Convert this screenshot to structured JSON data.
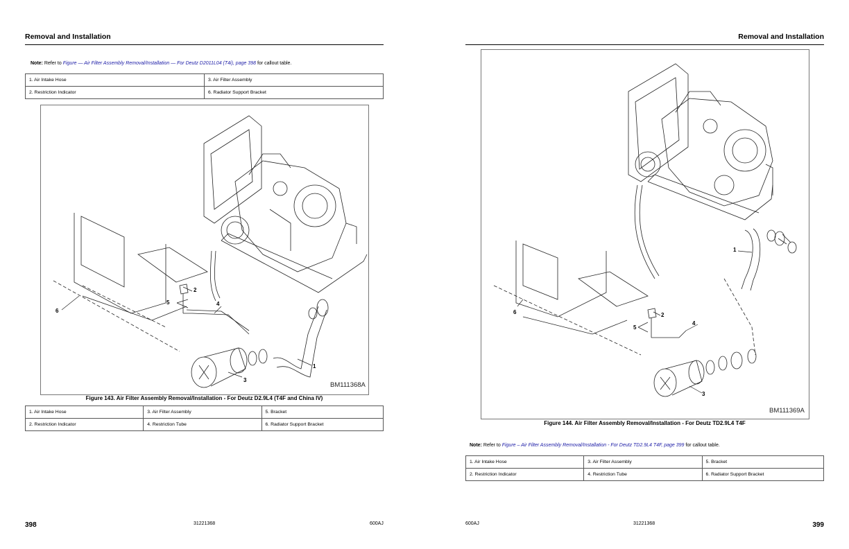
{
  "left_page": {
    "header": "Removal and Installation",
    "note": {
      "label": "Note:",
      "pre": "Refer to",
      "link": "Figure — Air Filter Assembly Removal/Installation — For Deutz D2011L04 (T4i), page 398",
      "post": "for callout table."
    },
    "top_table": [
      [
        "1. Air Intake Hose",
        "3. Air Filter Assembly"
      ],
      [
        "2. Restriction Indicator",
        "6. Radiator Support Bracket"
      ]
    ],
    "figure": {
      "id": "BM111368A",
      "caption": "Figure 143. Air Filter Assembly Removal/Installation - For Deutz D2.9L4 (T4F and China IV)",
      "callouts": [
        "1",
        "2",
        "3",
        "4",
        "5",
        "6"
      ]
    },
    "bottom_table": [
      [
        "1. Air Intake Hose",
        "3. Air Filter Assembly",
        "5. Bracket"
      ],
      [
        "2. Restriction Indicator",
        "4. Restriction Tube",
        "6. Radiator Support Bracket"
      ]
    ],
    "footer": {
      "page_number": "398",
      "doc_number": "31221368",
      "model": "600AJ"
    }
  },
  "right_page": {
    "header": "Removal and Installation",
    "figure": {
      "id": "BM111369A",
      "caption": "Figure 144. Air Filter Assembly Removal/Installation - For Deutz TD2.9L4 T4F",
      "callouts": [
        "1",
        "2",
        "3",
        "4",
        "5",
        "6"
      ]
    },
    "note": {
      "label": "Note:",
      "pre": "Refer to",
      "link": "Figure – Air Filter Assembly Removal/Installation - For Deutz TD2.9L4 T4F, page 399",
      "post": "for callout table."
    },
    "table": [
      [
        "1. Air Intake Hose",
        "3. Air Filter Assembly",
        "5. Bracket"
      ],
      [
        "2. Restriction Indicator",
        "4. Restriction Tube",
        "6. Radiator Support Bracket"
      ]
    ],
    "footer": {
      "model": "600AJ",
      "doc_number": "31221368",
      "page_number": "399"
    }
  }
}
